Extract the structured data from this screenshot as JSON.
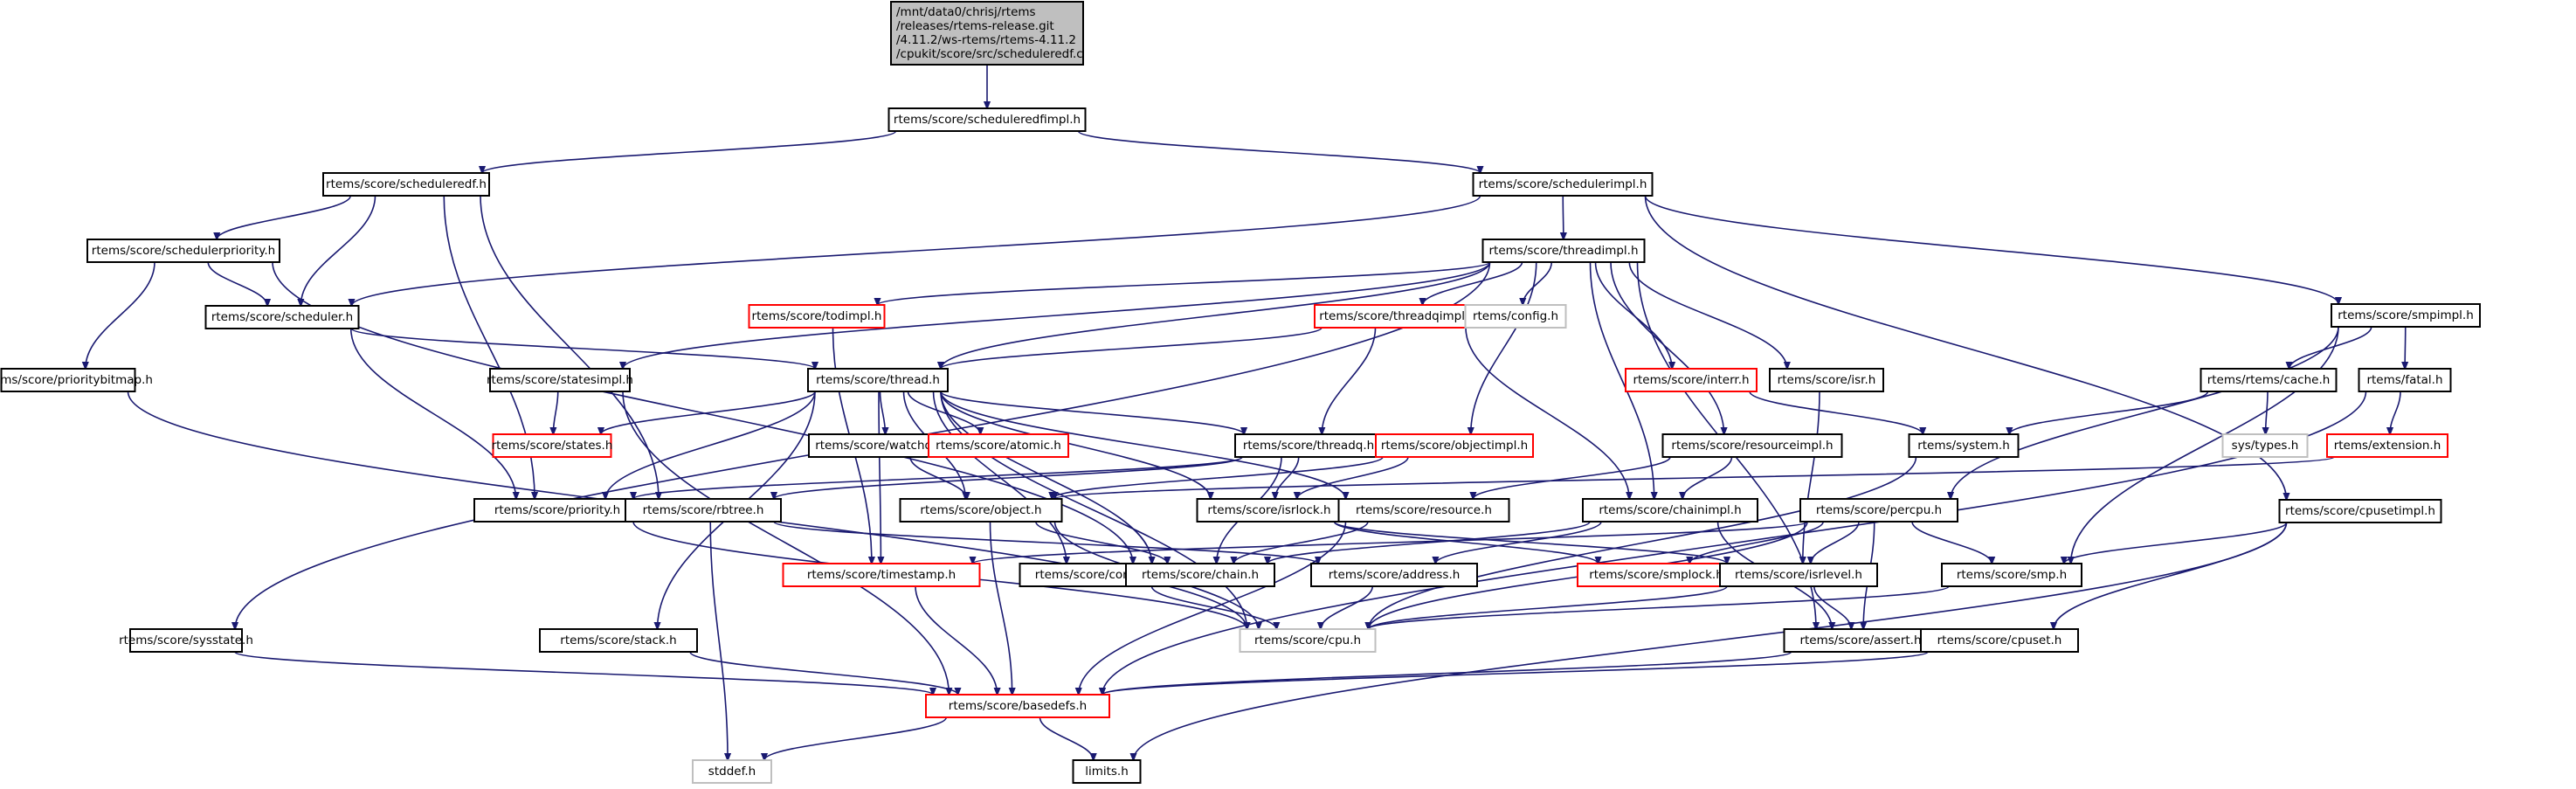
{
  "diagram": {
    "title": "Include dependency graph for scheduleredf.c",
    "legend": {
      "root_fill": "#bfbfbf",
      "normal_border": "#000000",
      "undocumented_border": "#ff0000",
      "external_border": "#bfbfbf",
      "edge_color": "#191970"
    },
    "nodes": [
      {
        "id": "root",
        "kind": "root",
        "lines": [
          "/mnt/data0/chrisj/rtems",
          "/releases/rtems-release.git",
          "/4.11.2/ws-rtems/rtems-4.11.2",
          "/cpukit/score/src/scheduleredf.c"
        ]
      },
      {
        "id": "scheduleredfimpl",
        "kind": "normal",
        "label": "rtems/score/scheduleredfimpl.h"
      },
      {
        "id": "scheduleredf",
        "kind": "normal",
        "label": "rtems/score/scheduleredf.h"
      },
      {
        "id": "schedulerimpl",
        "kind": "normal",
        "label": "rtems/score/schedulerimpl.h"
      },
      {
        "id": "schedulerpriority",
        "kind": "normal",
        "label": "rtems/score/schedulerpriority.h"
      },
      {
        "id": "threadimpl",
        "kind": "normal",
        "label": "rtems/score/threadimpl.h"
      },
      {
        "id": "scheduler",
        "kind": "normal",
        "label": "rtems/score/scheduler.h"
      },
      {
        "id": "todimpl",
        "kind": "red",
        "label": "rtems/score/todimpl.h"
      },
      {
        "id": "threadqimpl",
        "kind": "red",
        "label": "rtems/score/threadqimpl.h"
      },
      {
        "id": "config",
        "kind": "grey",
        "label": "rtems/config.h"
      },
      {
        "id": "smpimpl",
        "kind": "normal",
        "label": "rtems/score/smpimpl.h"
      },
      {
        "id": "prioritybitmap",
        "kind": "normal",
        "label": "rtems/score/prioritybitmap.h"
      },
      {
        "id": "statesimpl",
        "kind": "normal",
        "label": "rtems/score/statesimpl.h"
      },
      {
        "id": "thread",
        "kind": "normal",
        "label": "rtems/score/thread.h"
      },
      {
        "id": "interr",
        "kind": "red",
        "label": "rtems/score/interr.h"
      },
      {
        "id": "isr",
        "kind": "normal",
        "label": "rtems/score/isr.h"
      },
      {
        "id": "cache",
        "kind": "normal",
        "label": "rtems/rtems/cache.h"
      },
      {
        "id": "fatal",
        "kind": "normal",
        "label": "rtems/fatal.h"
      },
      {
        "id": "states",
        "kind": "red",
        "label": "rtems/score/states.h"
      },
      {
        "id": "watchdog",
        "kind": "normal",
        "label": "rtems/score/watchdog.h"
      },
      {
        "id": "atomic",
        "kind": "red",
        "label": "rtems/score/atomic.h"
      },
      {
        "id": "threadq",
        "kind": "normal",
        "label": "rtems/score/threadq.h"
      },
      {
        "id": "objectimpl",
        "kind": "red",
        "label": "rtems/score/objectimpl.h"
      },
      {
        "id": "resourceimpl",
        "kind": "normal",
        "label": "rtems/score/resourceimpl.h"
      },
      {
        "id": "system",
        "kind": "normal",
        "label": "rtems/system.h"
      },
      {
        "id": "systypes",
        "kind": "grey",
        "label": "sys/types.h"
      },
      {
        "id": "extension",
        "kind": "red",
        "label": "rtems/extension.h"
      },
      {
        "id": "priority",
        "kind": "normal",
        "label": "rtems/score/priority.h"
      },
      {
        "id": "rbtree",
        "kind": "normal",
        "label": "rtems/score/rbtree.h"
      },
      {
        "id": "object",
        "kind": "normal",
        "label": "rtems/score/object.h"
      },
      {
        "id": "isrlock",
        "kind": "normal",
        "label": "rtems/score/isrlock.h"
      },
      {
        "id": "resource",
        "kind": "normal",
        "label": "rtems/score/resource.h"
      },
      {
        "id": "chainimpl",
        "kind": "normal",
        "label": "rtems/score/chainimpl.h"
      },
      {
        "id": "percpu",
        "kind": "normal",
        "label": "rtems/score/percpu.h"
      },
      {
        "id": "cpusetimpl",
        "kind": "normal",
        "label": "rtems/score/cpusetimpl.h"
      },
      {
        "id": "timestamp",
        "kind": "red",
        "label": "rtems/score/timestamp.h"
      },
      {
        "id": "context",
        "kind": "normal",
        "label": "rtems/score/context.h"
      },
      {
        "id": "chain",
        "kind": "normal",
        "label": "rtems/score/chain.h"
      },
      {
        "id": "address",
        "kind": "normal",
        "label": "rtems/score/address.h"
      },
      {
        "id": "smplock",
        "kind": "red",
        "label": "rtems/score/smplock.h"
      },
      {
        "id": "isrlevel",
        "kind": "normal",
        "label": "rtems/score/isrlevel.h"
      },
      {
        "id": "smp",
        "kind": "normal",
        "label": "rtems/score/smp.h"
      },
      {
        "id": "sysstate",
        "kind": "normal",
        "label": "rtems/score/sysstate.h"
      },
      {
        "id": "stack",
        "kind": "normal",
        "label": "rtems/score/stack.h"
      },
      {
        "id": "cpu",
        "kind": "grey",
        "label": "rtems/score/cpu.h"
      },
      {
        "id": "assert",
        "kind": "normal",
        "label": "rtems/score/assert.h"
      },
      {
        "id": "cpuset",
        "kind": "normal",
        "label": "rtems/score/cpuset.h"
      },
      {
        "id": "basedefs",
        "kind": "red",
        "label": "rtems/score/basedefs.h"
      },
      {
        "id": "stddef",
        "kind": "grey",
        "label": "stddef.h"
      },
      {
        "id": "limits",
        "kind": "normal",
        "label": "limits.h"
      }
    ],
    "edges": [
      [
        "root",
        "scheduleredfimpl"
      ],
      [
        "scheduleredfimpl",
        "scheduleredf"
      ],
      [
        "scheduleredfimpl",
        "schedulerimpl"
      ],
      [
        "scheduleredf",
        "schedulerpriority"
      ],
      [
        "scheduleredf",
        "scheduler"
      ],
      [
        "scheduleredf",
        "priority"
      ],
      [
        "scheduleredf",
        "rbtree"
      ],
      [
        "schedulerpriority",
        "scheduler"
      ],
      [
        "schedulerpriority",
        "prioritybitmap"
      ],
      [
        "schedulerpriority",
        "chain"
      ],
      [
        "schedulerimpl",
        "scheduler"
      ],
      [
        "schedulerimpl",
        "threadimpl"
      ],
      [
        "schedulerimpl",
        "cpusetimpl"
      ],
      [
        "schedulerimpl",
        "smpimpl"
      ],
      [
        "scheduler",
        "thread"
      ],
      [
        "scheduler",
        "priority"
      ],
      [
        "prioritybitmap",
        "cpu"
      ],
      [
        "threadimpl",
        "thread"
      ],
      [
        "threadimpl",
        "todimpl"
      ],
      [
        "threadimpl",
        "threadqimpl"
      ],
      [
        "threadimpl",
        "statesimpl"
      ],
      [
        "threadimpl",
        "config"
      ],
      [
        "threadimpl",
        "objectimpl"
      ],
      [
        "threadimpl",
        "resourceimpl"
      ],
      [
        "threadimpl",
        "interr"
      ],
      [
        "threadimpl",
        "isr"
      ],
      [
        "threadimpl",
        "chainimpl"
      ],
      [
        "threadimpl",
        "assert"
      ],
      [
        "threadimpl",
        "sysstate"
      ],
      [
        "todimpl",
        "timestamp"
      ],
      [
        "threadqimpl",
        "thread"
      ],
      [
        "threadqimpl",
        "threadq"
      ],
      [
        "threadqimpl",
        "chainimpl"
      ],
      [
        "statesimpl",
        "states"
      ],
      [
        "statesimpl",
        "basedefs"
      ],
      [
        "thread",
        "states"
      ],
      [
        "thread",
        "watchdog"
      ],
      [
        "thread",
        "atomic"
      ],
      [
        "thread",
        "threadq"
      ],
      [
        "thread",
        "object"
      ],
      [
        "thread",
        "isrlock"
      ],
      [
        "thread",
        "resource"
      ],
      [
        "thread",
        "priority"
      ],
      [
        "thread",
        "timestamp"
      ],
      [
        "thread",
        "context"
      ],
      [
        "thread",
        "chain"
      ],
      [
        "thread",
        "stack"
      ],
      [
        "thread",
        "cpu"
      ],
      [
        "watchdog",
        "object"
      ],
      [
        "threadq",
        "priority"
      ],
      [
        "threadq",
        "rbtree"
      ],
      [
        "threadq",
        "chain"
      ],
      [
        "threadq",
        "isrlock"
      ],
      [
        "objectimpl",
        "object"
      ],
      [
        "objectimpl",
        "isrlock"
      ],
      [
        "resourceimpl",
        "resource"
      ],
      [
        "resourceimpl",
        "chainimpl"
      ],
      [
        "interr",
        "system"
      ],
      [
        "isr",
        "isrlevel"
      ],
      [
        "smpimpl",
        "cache"
      ],
      [
        "smpimpl",
        "fatal"
      ],
      [
        "smpimpl",
        "percpu"
      ],
      [
        "smpimpl",
        "smp"
      ],
      [
        "cache",
        "systypes"
      ],
      [
        "cache",
        "system"
      ],
      [
        "fatal",
        "extension"
      ],
      [
        "fatal",
        "basedefs"
      ],
      [
        "extension",
        "object"
      ],
      [
        "system",
        "cpu"
      ],
      [
        "priority",
        "cpu"
      ],
      [
        "rbtree",
        "stddef"
      ],
      [
        "rbtree",
        "address"
      ],
      [
        "object",
        "chain"
      ],
      [
        "object",
        "cpu"
      ],
      [
        "object",
        "basedefs"
      ],
      [
        "isrlock",
        "isrlevel"
      ],
      [
        "isrlock",
        "smplock"
      ],
      [
        "resource",
        "chain"
      ],
      [
        "resource",
        "basedefs"
      ],
      [
        "chainimpl",
        "chain"
      ],
      [
        "chainimpl",
        "address"
      ],
      [
        "chainimpl",
        "assert"
      ],
      [
        "percpu",
        "cpu"
      ],
      [
        "percpu",
        "isrlevel"
      ],
      [
        "percpu",
        "smplock"
      ],
      [
        "percpu",
        "smp"
      ],
      [
        "percpu",
        "assert"
      ],
      [
        "percpu",
        "timestamp"
      ],
      [
        "cpusetimpl",
        "smp"
      ],
      [
        "cpusetimpl",
        "cpuset"
      ],
      [
        "cpusetimpl",
        "limits"
      ],
      [
        "timestamp",
        "basedefs"
      ],
      [
        "context",
        "cpu"
      ],
      [
        "address",
        "cpu"
      ],
      [
        "isrlevel",
        "cpu"
      ],
      [
        "isrlevel",
        "assert"
      ],
      [
        "smp",
        "cpu"
      ],
      [
        "sysstate",
        "basedefs"
      ],
      [
        "stack",
        "basedefs"
      ],
      [
        "assert",
        "basedefs"
      ],
      [
        "cpuset",
        "basedefs"
      ],
      [
        "basedefs",
        "stddef"
      ],
      [
        "basedefs",
        "limits"
      ]
    ]
  }
}
